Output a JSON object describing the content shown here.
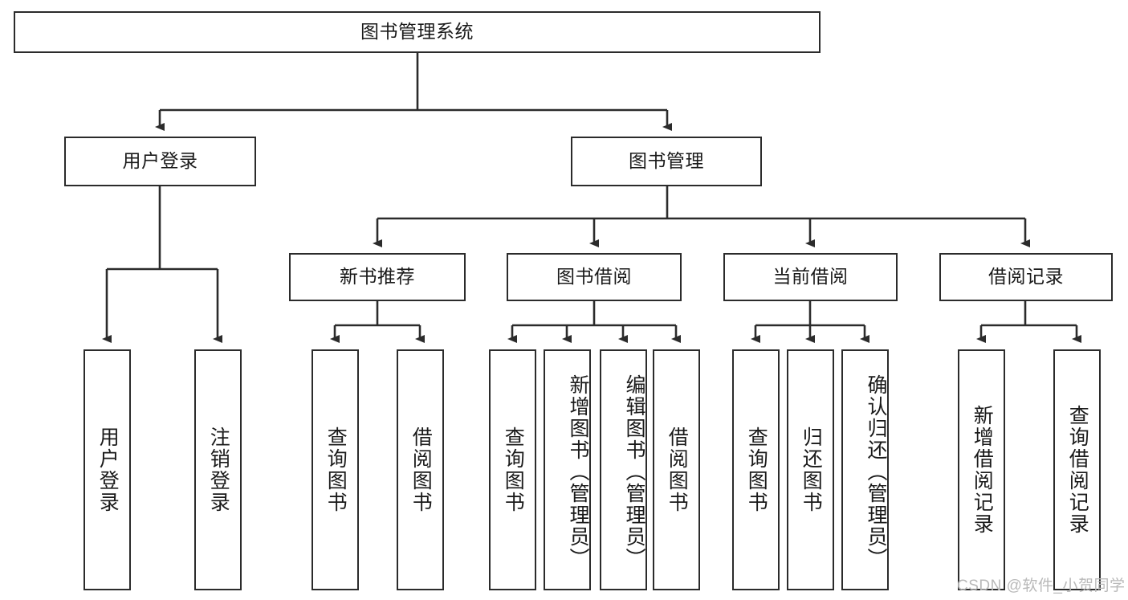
{
  "diagram": {
    "title_node": {
      "label": "图书管理系统"
    },
    "level2": [
      {
        "id": "user-login",
        "label": "用户登录"
      },
      {
        "id": "book-management",
        "label": "图书管理"
      }
    ],
    "level3": [
      {
        "id": "new-book-recommend",
        "label": "新书推荐"
      },
      {
        "id": "book-borrow",
        "label": "图书借阅"
      },
      {
        "id": "current-borrow",
        "label": "当前借阅"
      },
      {
        "id": "borrow-record",
        "label": "借阅记录"
      }
    ],
    "leaves": {
      "user_login": [
        {
          "id": "leaf-user-login",
          "label": "用户登录"
        },
        {
          "id": "leaf-logout-login",
          "label": "注销登录"
        }
      ],
      "new_book_recommend": [
        {
          "id": "leaf-query-book-1",
          "label": "查询图书"
        },
        {
          "id": "leaf-borrow-book-1",
          "label": "借阅图书"
        }
      ],
      "book_borrow": [
        {
          "id": "leaf-query-book-2",
          "label": "查询图书"
        },
        {
          "id": "leaf-add-book",
          "label": "新增图书（管理员）"
        },
        {
          "id": "leaf-edit-book",
          "label": "编辑图书（管理员）"
        },
        {
          "id": "leaf-borrow-book-2",
          "label": "借阅图书"
        }
      ],
      "current_borrow": [
        {
          "id": "leaf-query-book-3",
          "label": "查询图书"
        },
        {
          "id": "leaf-return-book",
          "label": "归还图书"
        },
        {
          "id": "leaf-confirm-return",
          "label": "确认归还（管理员）"
        }
      ],
      "borrow_record": [
        {
          "id": "leaf-add-record",
          "label": "新增借阅记录"
        },
        {
          "id": "leaf-query-record",
          "label": "查询借阅记录"
        }
      ]
    }
  },
  "watermark": {
    "text": "CSDN @软件_小贺同学"
  },
  "colors": {
    "border": "#2b2b2b",
    "background": "#ffffff",
    "text": "#1a1a1a",
    "watermark": "#b9b9b9"
  }
}
